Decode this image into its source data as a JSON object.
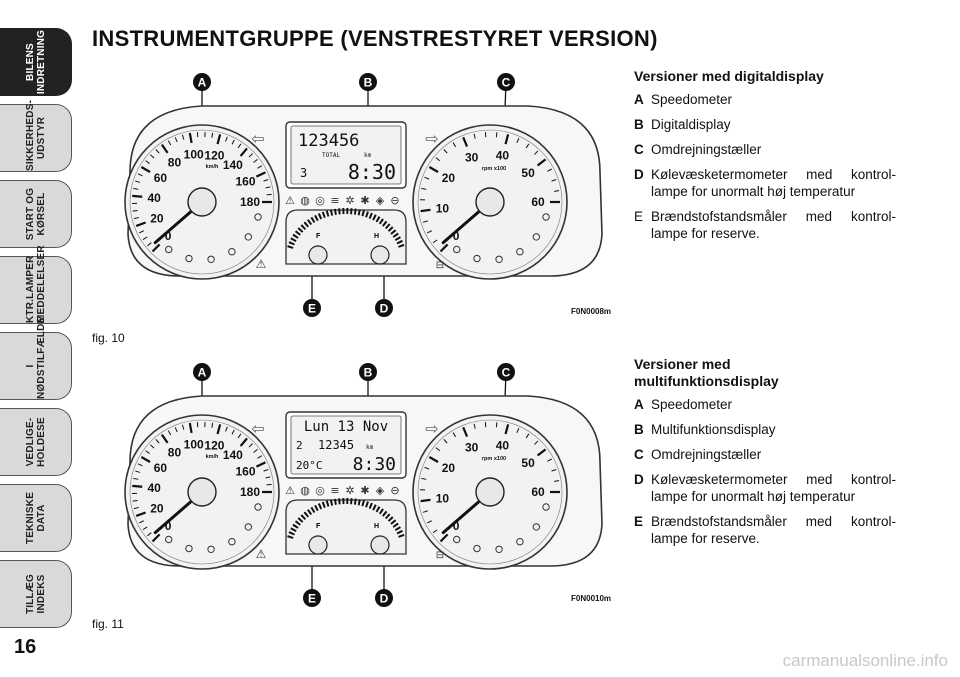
{
  "page": {
    "title": "INSTRUMENTGRUPPE (VENSTRESTYRET VERSION)",
    "number": "16",
    "watermark": "carmanualsonline.info"
  },
  "tabs": [
    {
      "label": "BILENS\nINDRETNING",
      "active": true
    },
    {
      "label": "SIKKERHEDS-\nUDSTYR",
      "active": false
    },
    {
      "label": "START OG\nKØRSEL",
      "active": false
    },
    {
      "label": "KTR.LAMPER\nMEDDELELSER",
      "active": false
    },
    {
      "label": "I\nNØDSTILFÆLDE",
      "active": false
    },
    {
      "label": "VEDLIGE-\nHOLDESE",
      "active": false
    },
    {
      "label": "TEKNISKE DATA",
      "active": false
    },
    {
      "label": "TILLÆG\nINDEKS",
      "active": false
    }
  ],
  "figures": [
    {
      "caption": "fig. 10",
      "code": "F0N0008m",
      "callouts": [
        "A",
        "B",
        "C",
        "D",
        "E"
      ],
      "display": {
        "line1": "123456",
        "line1_sub": "TOTAL",
        "line1_unit": "km",
        "line2_left": "3",
        "line2_right": "8:30"
      },
      "speedo_labels": [
        "0",
        "20",
        "40",
        "60",
        "80",
        "100",
        "120",
        "140",
        "160",
        "180"
      ],
      "speedo_unit": "km/h",
      "tacho_labels": [
        "0",
        "10",
        "20",
        "30",
        "40",
        "50",
        "60"
      ],
      "tacho_unit": "rpm x100",
      "gauge_labels": {
        "fuel_left": "F",
        "temp_right": "H"
      }
    },
    {
      "caption": "fig. 11",
      "code": "F0N0010m",
      "callouts": [
        "A",
        "B",
        "C",
        "D",
        "E"
      ],
      "display": {
        "line0": "Lun 13 Nov",
        "line1_left": "2",
        "line1": "12345",
        "line1_unit": "km",
        "line2_left": "20°C",
        "line2_right": "8:30"
      },
      "speedo_labels": [
        "0",
        "20",
        "40",
        "60",
        "80",
        "100",
        "120",
        "140",
        "160",
        "180"
      ],
      "speedo_unit": "km/h",
      "tacho_labels": [
        "0",
        "10",
        "20",
        "30",
        "40",
        "50",
        "60"
      ],
      "tacho_unit": "rpm x100",
      "gauge_labels": {
        "fuel_left": "F",
        "temp_right": "H"
      }
    }
  ],
  "sections": [
    {
      "heading": "Versioner med digitaldisplay",
      "items": [
        {
          "key": "A",
          "bold": true,
          "text": "Speedometer"
        },
        {
          "key": "B",
          "bold": true,
          "text": "Digitaldisplay"
        },
        {
          "key": "C",
          "bold": true,
          "text": "Omdrejningstæller"
        },
        {
          "key": "D",
          "bold": true,
          "text": "Kølevæsketermometer med kontrol-lampe for unormalt høj temperatur"
        },
        {
          "key": "E",
          "bold": false,
          "text": "Brændstofstandsmåler med kontrol-lampe for reserve."
        }
      ]
    },
    {
      "heading": "Versioner med multifunktionsdisplay",
      "items": [
        {
          "key": "A",
          "bold": true,
          "text": "Speedometer"
        },
        {
          "key": "B",
          "bold": true,
          "text": "Multifunktionsdisplay"
        },
        {
          "key": "C",
          "bold": true,
          "text": "Omdrejningstæller"
        },
        {
          "key": "D",
          "bold": true,
          "text": "Kølevæsketermometer med kontrol-lampe for unormalt høj temperatur"
        },
        {
          "key": "E",
          "bold": true,
          "text": "Brændstofstandsmåler med kontrol-lampe for reserve."
        }
      ]
    }
  ]
}
